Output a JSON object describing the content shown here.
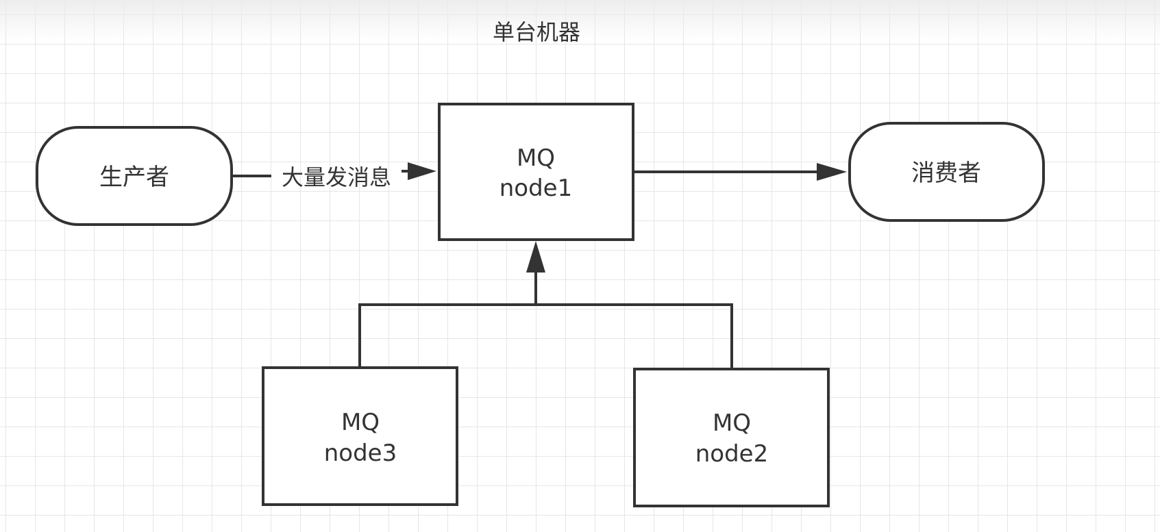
{
  "diagram": {
    "title": "单台机器",
    "nodes": {
      "producer": {
        "label": "生产者",
        "shape": "terminator"
      },
      "node1": {
        "line1": "MQ",
        "line2": "node1",
        "shape": "rectangle"
      },
      "consumer": {
        "label": "消费者",
        "shape": "terminator"
      },
      "node3": {
        "line1": "MQ",
        "line2": "node3",
        "shape": "rectangle"
      },
      "node2": {
        "line1": "MQ",
        "line2": "node2",
        "shape": "rectangle"
      }
    },
    "edges": [
      {
        "from": "producer",
        "to": "node1",
        "label": "大量发消息"
      },
      {
        "from": "node1",
        "to": "consumer",
        "label": ""
      },
      {
        "from": "node3",
        "to": "node1",
        "label": ""
      },
      {
        "from": "node2",
        "to": "node1",
        "label": ""
      }
    ],
    "colors": {
      "stroke": "#333333",
      "text": "#333333",
      "fill": "#ffffff",
      "grid": "#e6e6e6"
    }
  }
}
